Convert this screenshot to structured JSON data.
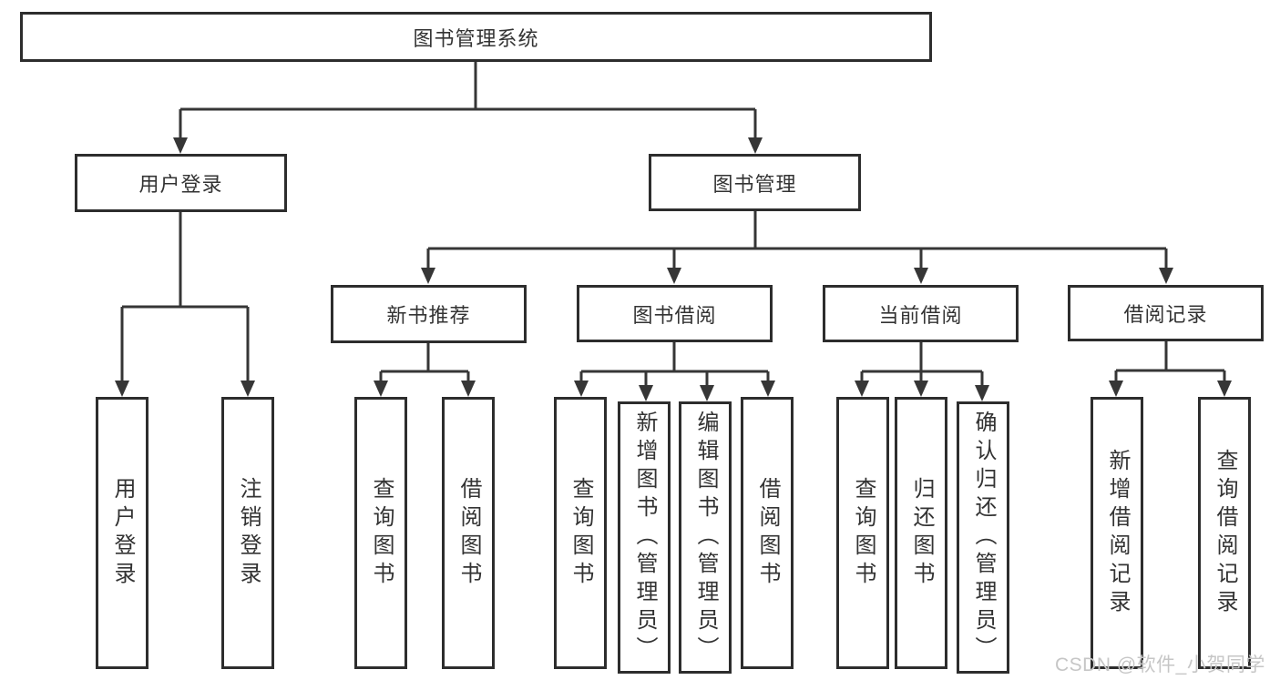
{
  "tree": {
    "label": "图书管理系统",
    "children": [
      {
        "label": "用户登录",
        "children": [
          {
            "label": "用户登录"
          },
          {
            "label": "注销登录"
          }
        ]
      },
      {
        "label": "图书管理",
        "children": [
          {
            "label": "新书推荐",
            "children": [
              {
                "label": "查询图书"
              },
              {
                "label": "借阅图书"
              }
            ]
          },
          {
            "label": "图书借阅",
            "children": [
              {
                "label": "查询图书"
              },
              {
                "label": "新增图书（管理员）"
              },
              {
                "label": "编辑图书（管理员）"
              },
              {
                "label": "借阅图书"
              }
            ]
          },
          {
            "label": "当前借阅",
            "children": [
              {
                "label": "查询图书"
              },
              {
                "label": "归还图书"
              },
              {
                "label": "确认归还（管理员）"
              }
            ]
          },
          {
            "label": "借阅记录",
            "children": [
              {
                "label": "新增借阅记录"
              },
              {
                "label": "查询借阅记录"
              }
            ]
          }
        ]
      }
    ]
  },
  "watermark": {
    "text": "CSDN @软件_小贺同学"
  },
  "colors": {
    "line": "#363636",
    "border": "#2d2d2d",
    "text": "#333333",
    "watermark": "#c6c6c6",
    "background": "#ffffff"
  }
}
